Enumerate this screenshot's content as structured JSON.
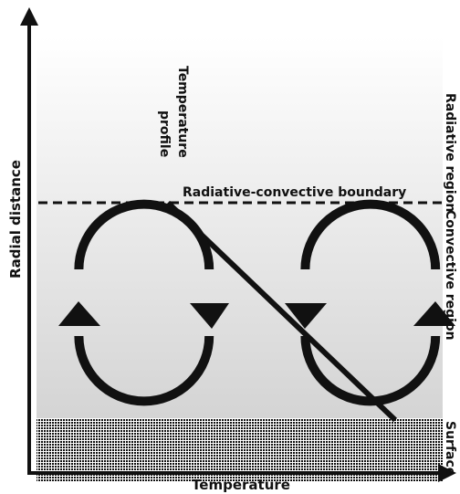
{
  "axes": {
    "x_label": "Temperature",
    "y_label": "Radial distance"
  },
  "labels": {
    "temperature_profile_line1": "Temperature",
    "temperature_profile_line2": "profile",
    "boundary": "Radiative-convective boundary",
    "radiative_region": "Radiative region",
    "convective_region": "Convective region",
    "surface": "Surface"
  },
  "colors": {
    "ink": "#111111",
    "region_top": "#ffffff",
    "region_bottom": "#d6d6d6",
    "surface_pattern": "#111111"
  },
  "icons": {
    "left_cycle": "circulation-arrows-icon",
    "right_cycle": "circulation-arrows-icon"
  }
}
